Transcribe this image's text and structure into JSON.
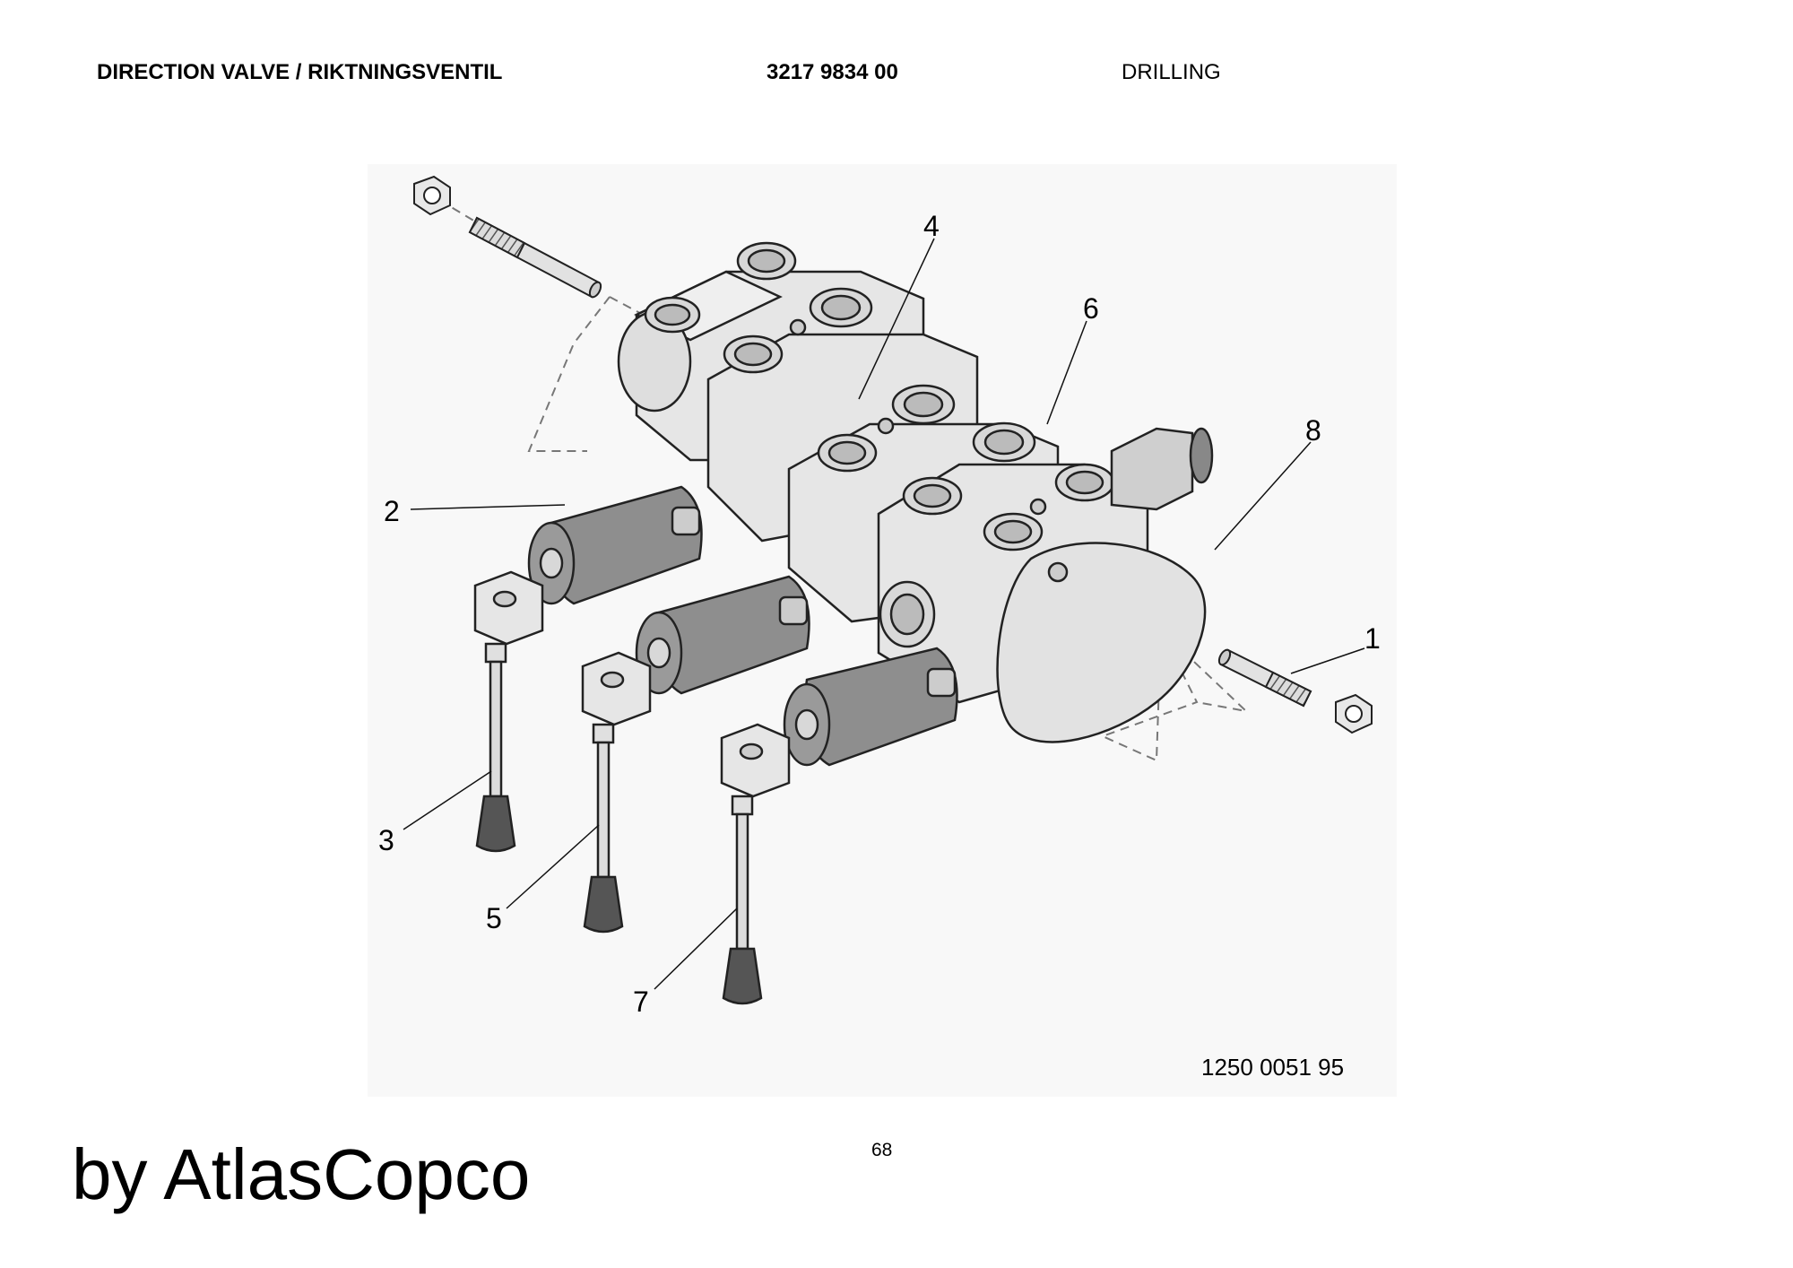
{
  "header": {
    "title": "DIRECTION VALVE / RIKTNINGSVENTIL",
    "part_number": "3217 9834 00",
    "category": "DRILLING"
  },
  "figure": {
    "drawing_number": "1250 0051 95",
    "callouts": [
      "1",
      "2",
      "3",
      "4",
      "5",
      "6",
      "7",
      "8"
    ]
  },
  "footer": {
    "page_number": "68",
    "brand": "by AtlasCopco"
  },
  "colors": {
    "body_fill": "#e6e6e6",
    "solenoid_fill": "#8e8e8e",
    "knob_fill": "#555555",
    "outline": "#222222"
  }
}
